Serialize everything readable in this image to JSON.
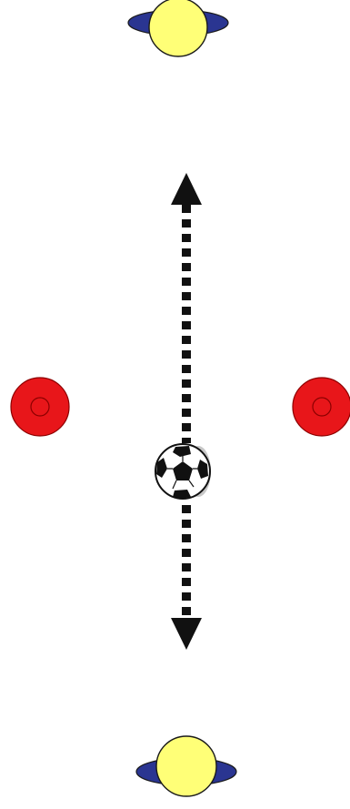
{
  "diagram": {
    "kind": "soccer-drill",
    "elements": [
      {
        "role": "player",
        "position": "top",
        "icon": "player-topdown-icon"
      },
      {
        "role": "player",
        "position": "bottom",
        "icon": "player-topdown-icon"
      },
      {
        "role": "cone",
        "position": "left",
        "icon": "cone-icon"
      },
      {
        "role": "cone",
        "position": "right",
        "icon": "cone-icon"
      },
      {
        "role": "ball",
        "position": "center",
        "icon": "soccer-ball-icon"
      },
      {
        "role": "movement-arrow",
        "direction": "vertical-both-ways",
        "style": "dotted",
        "icon": "double-arrow-icon"
      }
    ]
  },
  "colors": {
    "background": "#ffffff",
    "player_head": "#ffff77",
    "player_shoulders": "#2a3591",
    "outline": "#1a1a1a",
    "cone_fill": "#e8161a",
    "cone_ring": "#8c0000",
    "arrow": "#111111",
    "ball_white": "#ffffff",
    "ball_black": "#111111"
  }
}
